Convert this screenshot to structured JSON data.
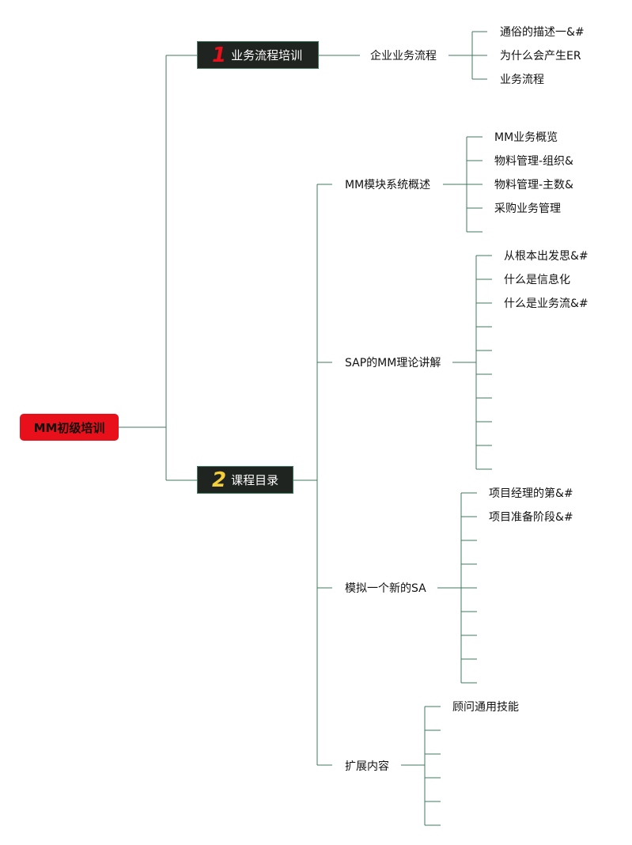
{
  "root": {
    "label": "MM初级培训",
    "color": "#e8101a"
  },
  "branches": [
    {
      "number": "1",
      "number_color": "#e8101a",
      "label": "业务流程培训",
      "children": [
        {
          "label": "企业业务流程",
          "leaves": [
            "通俗的描述一&#",
            "为什么会产生ER",
            "业务流程"
          ]
        }
      ]
    },
    {
      "number": "2",
      "number_color": "#f4cf3a",
      "label": "课程目录",
      "children": [
        {
          "label": "MM模块系统概述",
          "leaves": [
            "MM业务概览",
            "物料管理-组织&",
            "物料管理-主数&",
            "采购业务管理",
            ""
          ]
        },
        {
          "label": "SAP的MM理论讲解",
          "leaves": [
            "从根本出发思&#",
            "什么是信息化",
            "什么是业务流&#",
            "",
            "",
            "",
            "",
            "",
            "",
            ""
          ]
        },
        {
          "label": "模拟一个新的SA",
          "leaves": [
            "项目经理的第&#",
            "项目准备阶段&#",
            "",
            "",
            "",
            "",
            "",
            "",
            ""
          ]
        },
        {
          "label": "扩展内容",
          "leaves": [
            "顾问通用技能",
            "",
            "",
            "",
            "",
            ""
          ]
        }
      ]
    }
  ],
  "line_color": "#3f7a5e"
}
